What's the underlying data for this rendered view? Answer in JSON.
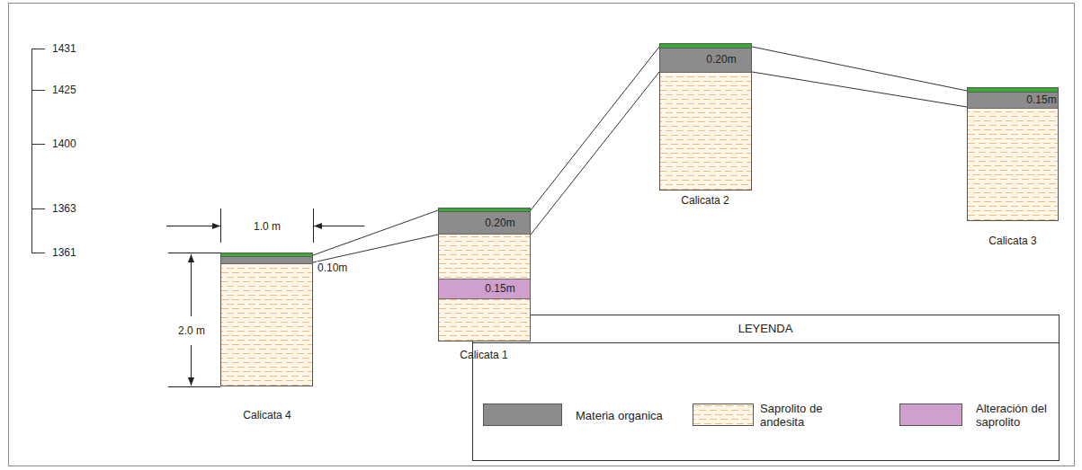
{
  "diagram": {
    "nodes": [
      {
        "text": [
          "0.10m",
          "Calicata 4"
        ]
      },
      {
        "text": [
          "0.20m",
          "0.15m",
          "Calicata 1"
        ]
      },
      {
        "text": [
          "0.20m",
          "Calicata 2"
        ]
      },
      {
        "text": [
          "0.15m",
          "Calicata 3"
        ]
      }
    ],
    "edges": [
      {
        "from": 0,
        "to": 1,
        "arrow": "none"
      },
      {
        "from": 0,
        "to": 1,
        "arrow": "none"
      },
      {
        "from": 1,
        "to": 2,
        "arrow": "none"
      },
      {
        "from": 1,
        "to": 2,
        "arrow": "none"
      },
      {
        "from": 2,
        "to": 3,
        "arrow": "none"
      },
      {
        "from": 2,
        "to": 3,
        "arrow": "none"
      }
    ],
    "labels": [
      "1431",
      "1425",
      "1400",
      "1363",
      "1361",
      "1.0 m",
      "2.0 m",
      "LEYENDA"
    ],
    "legend": [
      {
        "text": "Materia organica",
        "color": "#8c8c8c"
      },
      {
        "text": "Saprolito de andesita"
      },
      {
        "text": "Alteración del saprolito",
        "color": "#cf9fce"
      }
    ]
  }
}
